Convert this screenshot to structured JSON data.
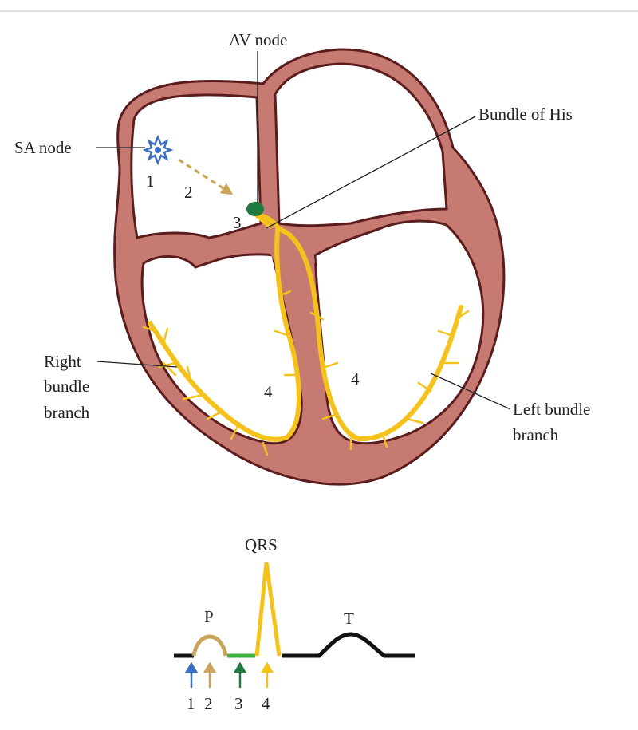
{
  "labels": {
    "av_node": "AV node",
    "bundle_of_his": "Bundle of His",
    "sa_node": "SA node",
    "right_bundle_branch": [
      "Right",
      "bundle",
      "branch"
    ],
    "left_bundle_branch": [
      "Left bundle",
      "branch"
    ],
    "step1": "1",
    "step2": "2",
    "step3": "3",
    "step4a": "4",
    "step4b": "4"
  },
  "ecg": {
    "p": "P",
    "qrs": "QRS",
    "t": "T",
    "arrows": [
      "1",
      "2",
      "3",
      "4"
    ]
  },
  "colors": {
    "wall": "#c77a72",
    "outline": "#5a1c1c",
    "conduction": "#f5c21b",
    "sa": "#3a6fc4",
    "av": "#1e7a3e",
    "p_wave": "#c9a45a",
    "pr_segment": "#3cb043"
  }
}
